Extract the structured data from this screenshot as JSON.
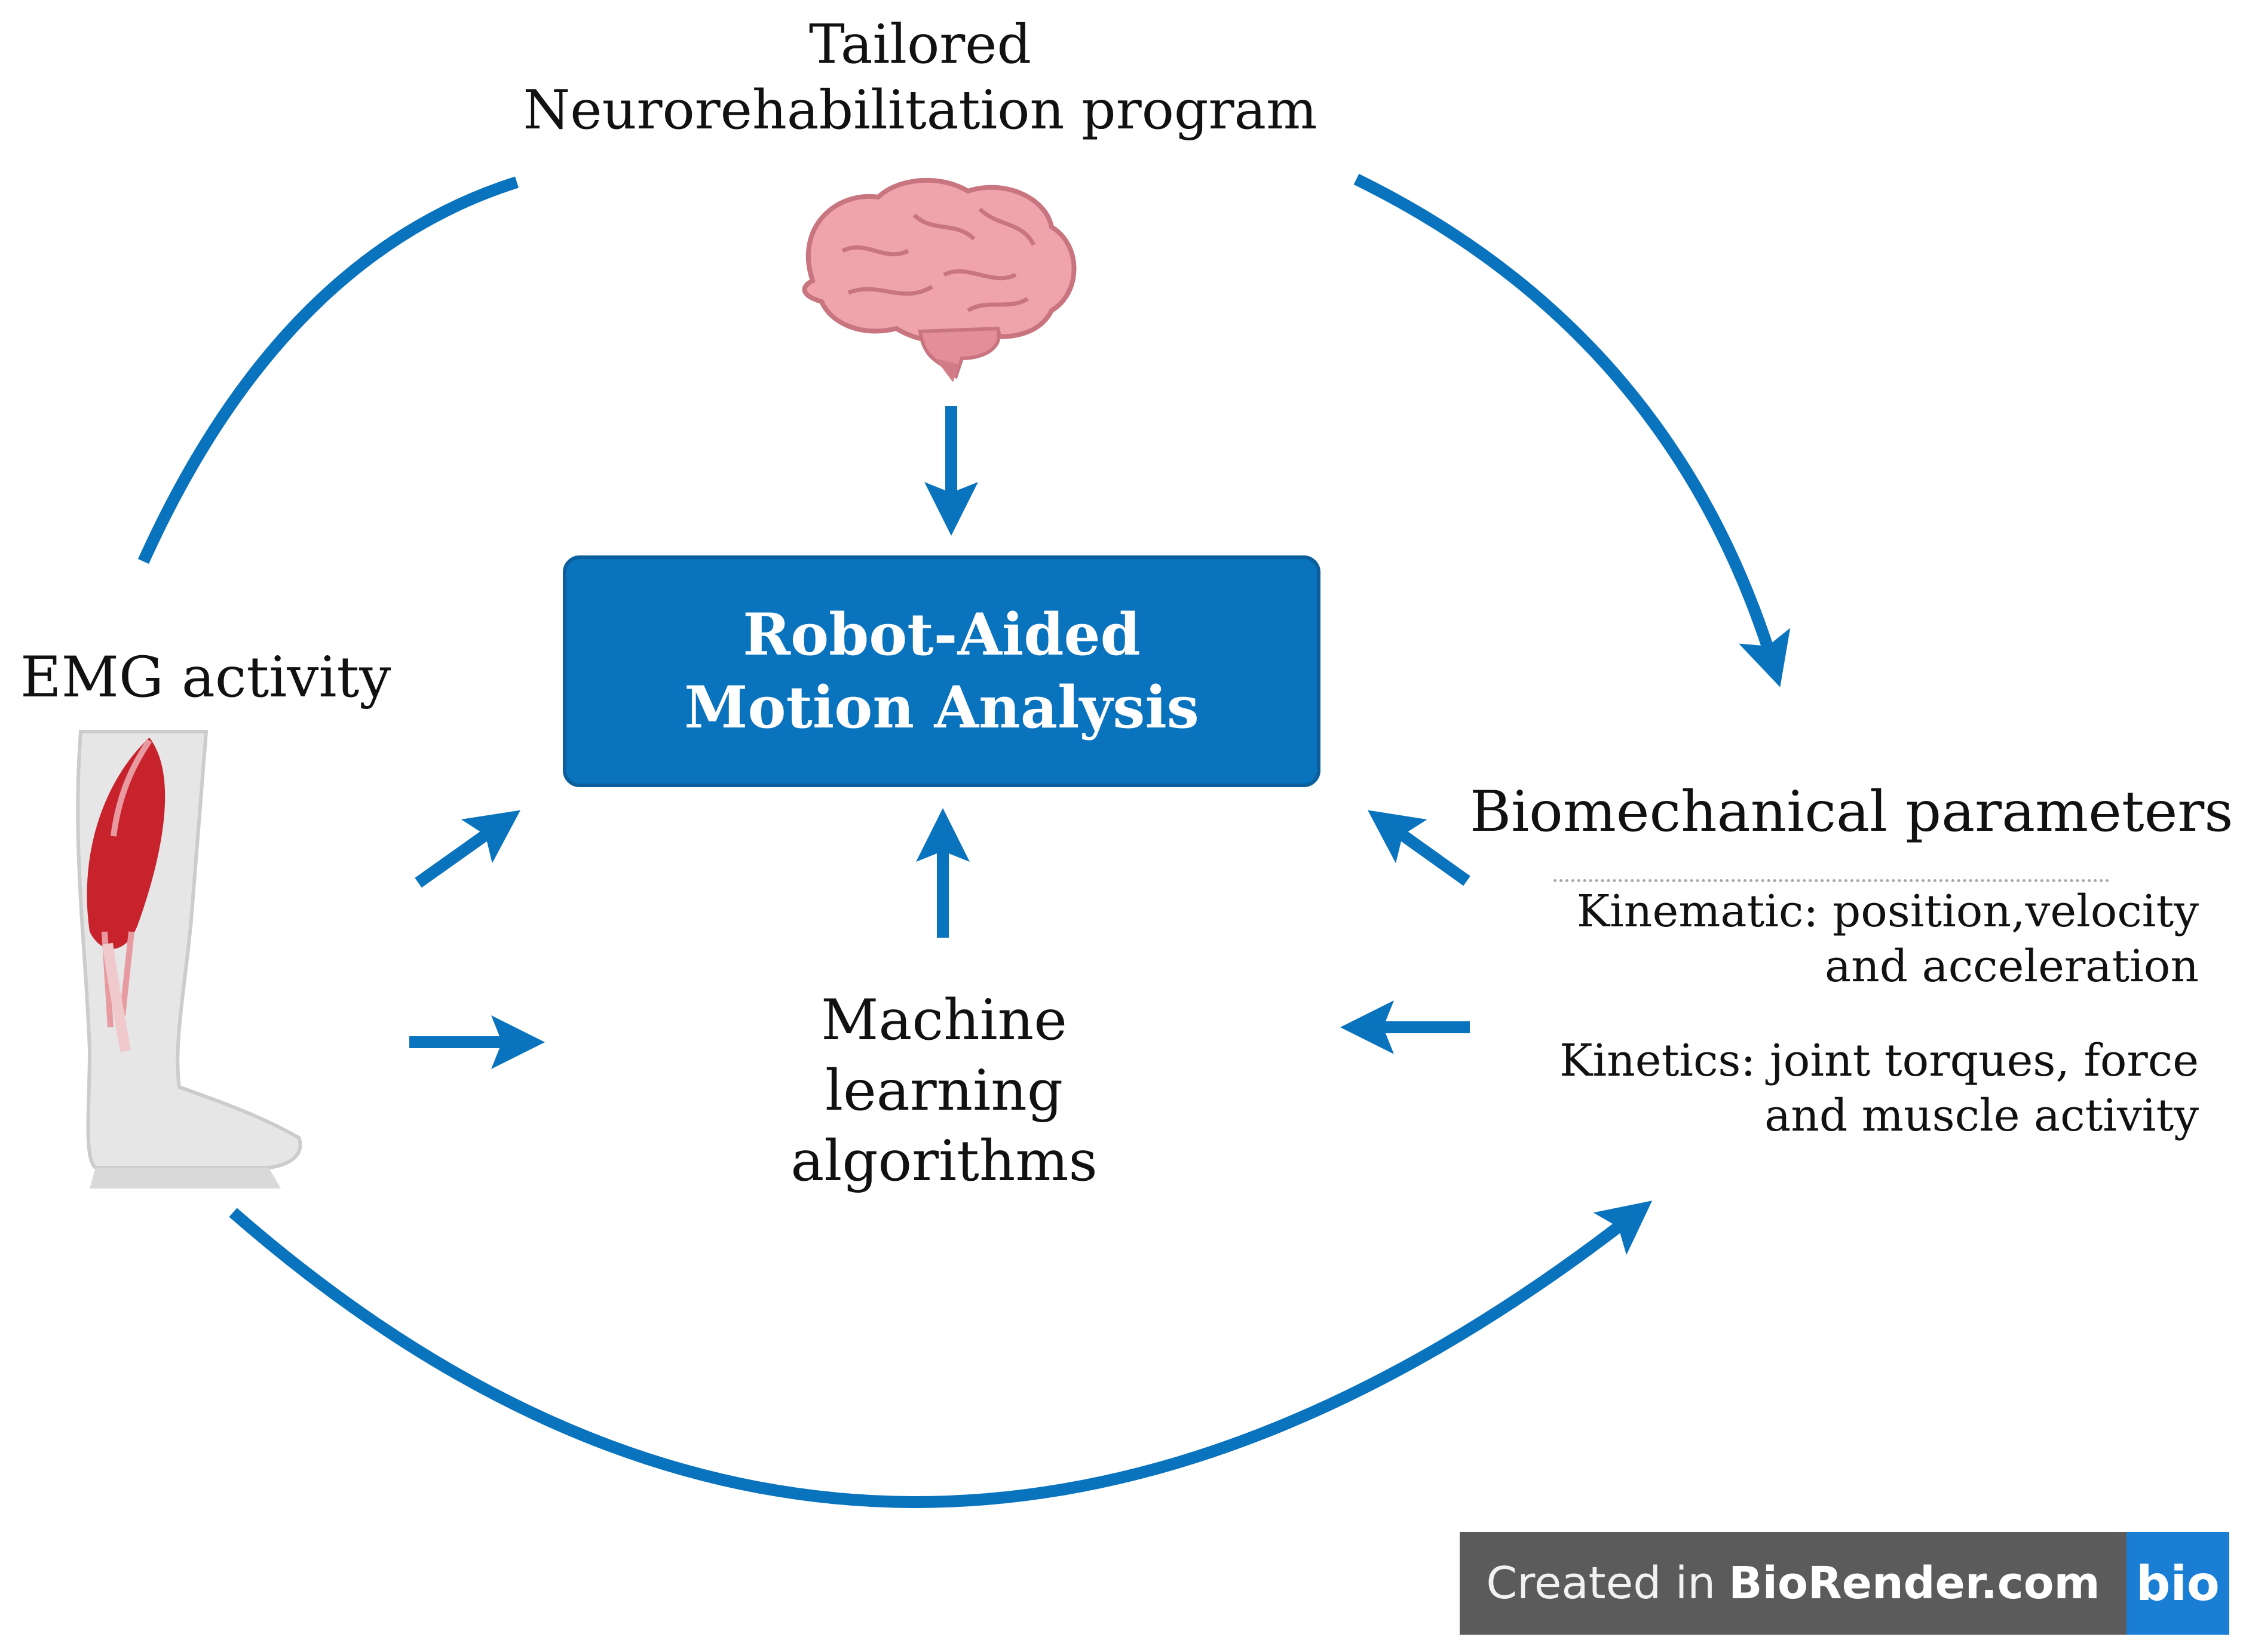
{
  "colors": {
    "arrow": "#0a73be",
    "box_fill": "#0a73be",
    "box_text": "#ffffff",
    "muscle": "#c8232c",
    "brain": "#eea3ad"
  },
  "title": {
    "line1": "Tailored",
    "line2": "Neurorehabilitation program"
  },
  "center_box": {
    "label": "Robot-Aided Motion Analysis"
  },
  "emg": {
    "label": "EMG activity",
    "icon": "leg-muscle-icon"
  },
  "brain": {
    "icon": "brain-icon"
  },
  "machine_learning": {
    "label": "Machine learning algorithms"
  },
  "biomechanical": {
    "title": "Biomechanical parameters",
    "kinematic": "Kinematic: position,velocity and acceleration",
    "kinetics": "Kinetics: joint torques, force and muscle activity"
  },
  "badge": {
    "text": "Created in",
    "brand": "BioRender.com",
    "logo": "bio"
  }
}
